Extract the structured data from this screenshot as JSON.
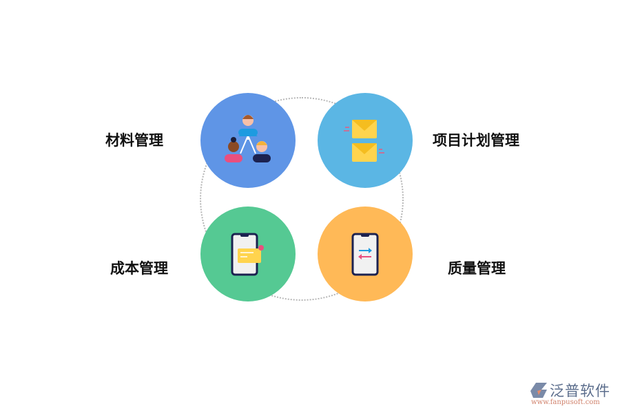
{
  "items": [
    {
      "label": "材料管理",
      "color": "#5f95e6",
      "icon": "people-hierarchy-icon"
    },
    {
      "label": "项目计划管理",
      "color": "#5bb6e4",
      "icon": "envelopes-icon"
    },
    {
      "label": "成本管理",
      "color": "#55c993",
      "icon": "phone-message-icon"
    },
    {
      "label": "质量管理",
      "color": "#ffb957",
      "icon": "phone-transfer-icon"
    }
  ],
  "logo": {
    "name": "泛普软件",
    "url": "www.fanpusoft.com"
  }
}
